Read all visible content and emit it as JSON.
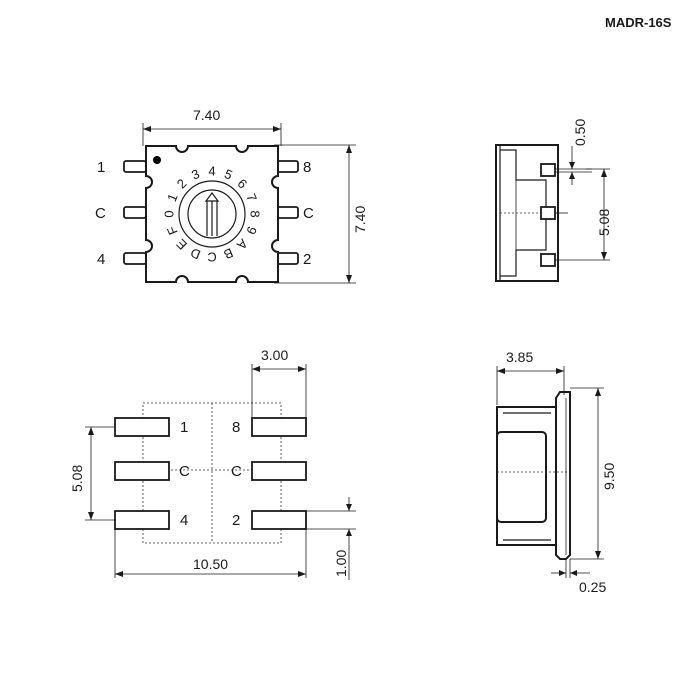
{
  "model": "MADR-16S",
  "top_view": {
    "width_label": "7.40",
    "height_label": "7.40",
    "left_pins": [
      "1",
      "C",
      "4"
    ],
    "right_pins": [
      "8",
      "C",
      "2"
    ],
    "dial_chars": [
      "0",
      "1",
      "2",
      "3",
      "4",
      "5",
      "6",
      "7",
      "8",
      "9",
      "A",
      "B",
      "C",
      "D",
      "E",
      "F"
    ]
  },
  "side_view": {
    "pin_width_label": "0.50",
    "pin_pitch_label": "5.08"
  },
  "footprint": {
    "pad_length_label": "3.00",
    "pitch_label": "5.08",
    "total_width_label": "10.50",
    "pad_width_label": "1.00",
    "left_pads": [
      "1",
      "C",
      "4"
    ],
    "right_pads": [
      "8",
      "C",
      "2"
    ]
  },
  "front_view": {
    "depth_label": "3.85",
    "height_label": "9.50",
    "lead_label": "0.25"
  }
}
